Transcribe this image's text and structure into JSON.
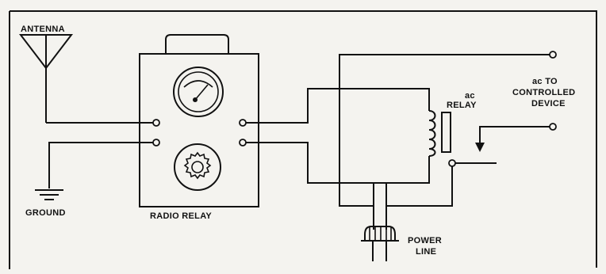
{
  "labels": {
    "antenna": "ANTENNA",
    "ground": "GROUND",
    "radio_relay": "RADIO RELAY",
    "ac_relay_line1": "ac",
    "ac_relay_line2": "RELAY",
    "controlled_line1": "ac TO",
    "controlled_line2": "CONTROLLED",
    "controlled_line3": "DEVICE",
    "power_line1": "POWER",
    "power_line2": "LINE"
  },
  "colors": {
    "ink": "#111111",
    "paper": "#f4f3ef"
  }
}
